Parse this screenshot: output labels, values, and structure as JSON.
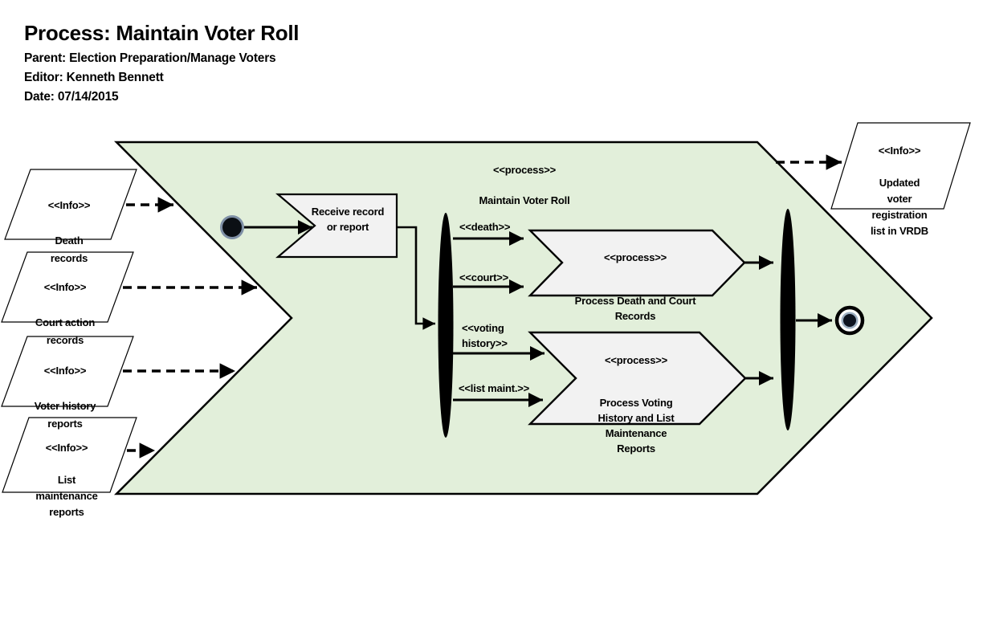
{
  "header": {
    "title": "Process: Maintain Voter Roll",
    "parent": "Parent: Election Preparation/Manage Voters",
    "editor": "Editor: Kenneth Bennett",
    "date": "Date: 07/14/2015"
  },
  "diagram": {
    "main_process": {
      "stereotype": "<<process>>",
      "name": "Maintain Voter Roll"
    },
    "receive_task": {
      "name": "Receive record\nor report"
    },
    "inputs": [
      {
        "stereotype": "<<Info>>",
        "name": "Death\nrecords"
      },
      {
        "stereotype": "<<Info>>",
        "name": "Court action\nrecords"
      },
      {
        "stereotype": "<<Info>>",
        "name": "Voter history\nreports"
      },
      {
        "stereotype": "<<Info>>",
        "name": "List\nmaintenance\nreports"
      }
    ],
    "output": {
      "stereotype": "<<Info>>",
      "name": "Updated\nvoter\nregistration\nlist in VRDB"
    },
    "branches": [
      {
        "label": "<<death>>"
      },
      {
        "label": "<<court>>"
      },
      {
        "label": "<<voting\nhistory>>"
      },
      {
        "label": "<<list maint.>>"
      }
    ],
    "subprocesses": [
      {
        "stereotype": "<<process>>",
        "name": "Process Death and Court\nRecords"
      },
      {
        "stereotype": "<<process>>",
        "name": "Process Voting\nHistory and List\nMaintenance\nReports"
      }
    ],
    "colors": {
      "process_fill": "#e2efda",
      "task_fill": "#f2f2f2",
      "stroke": "#000000",
      "node_accent": "#8497b0",
      "end_node_ring": "#9dafc2"
    }
  }
}
